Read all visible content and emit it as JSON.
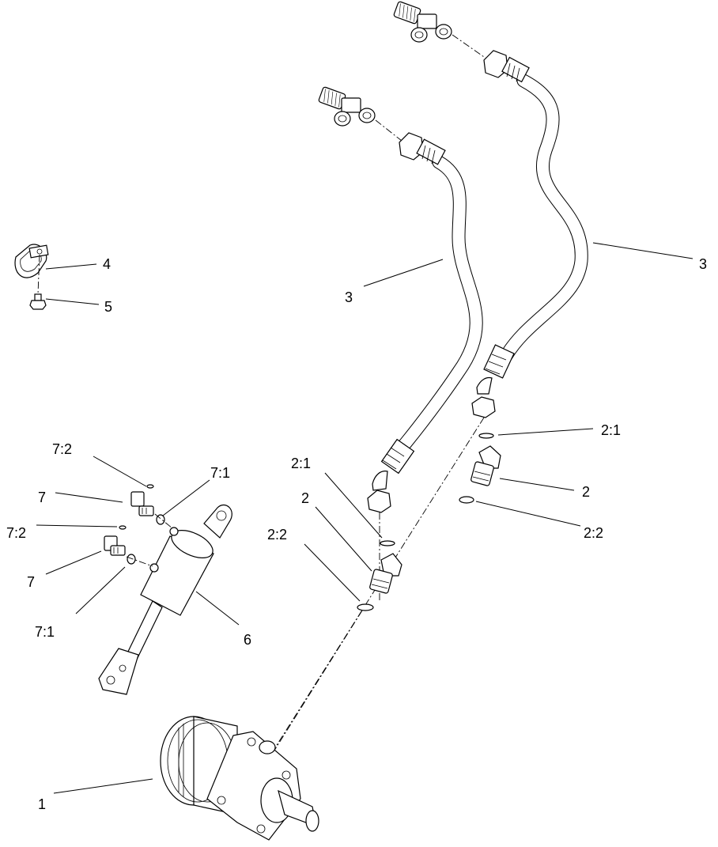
{
  "labels": {
    "l1": "1",
    "l2a": "2",
    "l2b": "2",
    "l21a": "2:1",
    "l21b": "2:1",
    "l22a": "2:2",
    "l22b": "2:2",
    "l3a": "3",
    "l3b": "3",
    "l4": "4",
    "l5": "5",
    "l6": "6",
    "l7a": "7",
    "l7b": "7",
    "l71a": "7:1",
    "l71b": "7:1",
    "l72a": "7:2",
    "l72b": "7:2"
  },
  "colors": {
    "line": "#000000",
    "background": "#ffffff"
  },
  "parts": [
    {
      "callout": "1",
      "name": "hydraulic-motor"
    },
    {
      "callout": "2",
      "name": "45-degree-hydraulic-fitting"
    },
    {
      "callout": "2:1",
      "name": "o-ring-upper"
    },
    {
      "callout": "2:2",
      "name": "o-ring-lower"
    },
    {
      "callout": "3",
      "name": "hydraulic-hose"
    },
    {
      "callout": "4",
      "name": "hose-clamp"
    },
    {
      "callout": "5",
      "name": "screw"
    },
    {
      "callout": "6",
      "name": "hydraulic-cylinder"
    },
    {
      "callout": "7",
      "name": "elbow-fitting"
    },
    {
      "callout": "7:1",
      "name": "o-ring"
    },
    {
      "callout": "7:2",
      "name": "o-ring-small"
    }
  ]
}
